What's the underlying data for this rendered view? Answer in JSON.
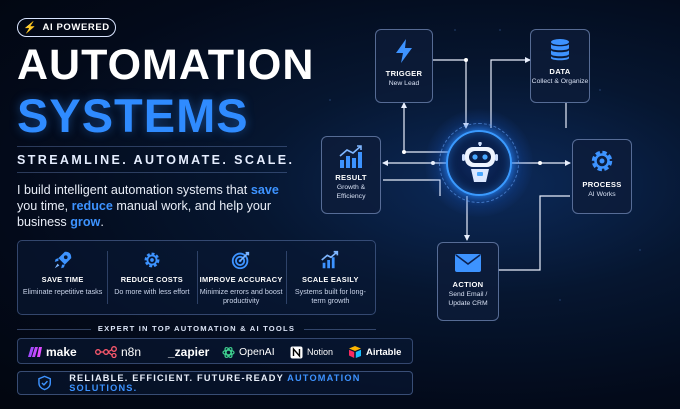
{
  "badge": "AI POWERED",
  "title": {
    "line1": "AUTOMATION",
    "line2": "SYSTEMS"
  },
  "tagline": "STREAMLINE. AUTOMATE. SCALE.",
  "description": {
    "p1": "I build intelligent automation systems that ",
    "h1": "save",
    "p2": " you time, ",
    "h2": "reduce",
    "p3": " manual work, and help your business ",
    "h3": "grow",
    "p4": "."
  },
  "benefits": [
    {
      "title": "SAVE TIME",
      "sub": "Eliminate repetitive tasks",
      "icon": "rocket-icon"
    },
    {
      "title": "REDUCE COSTS",
      "sub": "Do more with less effort",
      "icon": "gear-icon"
    },
    {
      "title": "IMPROVE ACCURACY",
      "sub": "Minimize errors and boost productivity",
      "icon": "target-icon"
    },
    {
      "title": "SCALE EASILY",
      "sub": "Systems built for long-term growth",
      "icon": "growth-chart-icon"
    }
  ],
  "expert_label": "EXPERT IN TOP AUTOMATION & AI TOOLS",
  "tools": [
    {
      "name": "make",
      "icon": "make-logo"
    },
    {
      "name": "n8n",
      "icon": "n8n-logo"
    },
    {
      "name": "_zapier",
      "icon": "zapier-logo"
    },
    {
      "name": "OpenAI",
      "icon": "openai-logo"
    },
    {
      "name": "Notion",
      "icon": "notion-logo"
    },
    {
      "name": "Airtable",
      "icon": "airtable-logo"
    }
  ],
  "footer": {
    "text": "RELIABLE. EFFICIENT. FUTURE-READY ",
    "highlight": "AUTOMATION SOLUTIONS.",
    "icon": "shield-check-icon"
  },
  "diagram": {
    "trigger": {
      "title": "TRIGGER",
      "sub": "New Lead",
      "icon": "lightning-icon"
    },
    "data": {
      "title": "DATA",
      "sub": "Collect & Organize",
      "icon": "database-icon"
    },
    "result": {
      "title": "RESULT",
      "sub": "Growth & Efficiency",
      "icon": "bar-chart-icon"
    },
    "process": {
      "title": "PROCESS",
      "sub": "AI Works",
      "icon": "gear-icon"
    },
    "action": {
      "title": "ACTION",
      "sub": "Send Email / Update CRM",
      "icon": "envelope-icon"
    },
    "hub": {
      "icon": "robot-icon"
    }
  },
  "colors": {
    "accent": "#2f8bff",
    "background": "#030a1a",
    "text": "#ffffff"
  }
}
